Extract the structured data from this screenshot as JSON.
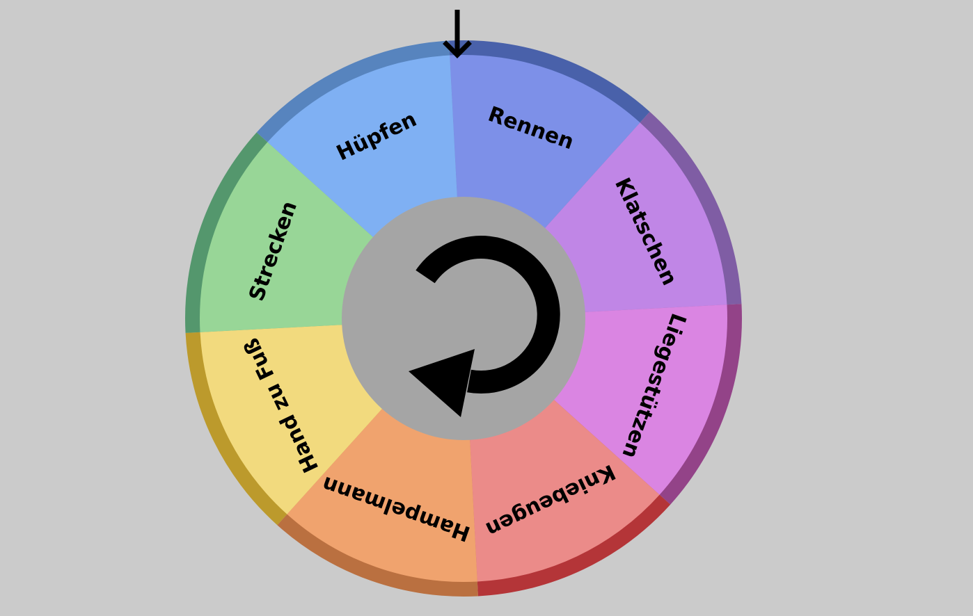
{
  "background_color": "#cbcbcb",
  "pointer": {
    "icon": "arrow-down-icon",
    "color": "#000000"
  },
  "wheel": {
    "start_angle_deg": -3,
    "segments": [
      {
        "label": "Rennen",
        "fill": "#7d90e8",
        "rim": "#4961aa"
      },
      {
        "label": "Klatschen",
        "fill": "#c086e6",
        "rim": "#7f5da4"
      },
      {
        "label": "Liegestützen",
        "fill": "#da85e2",
        "rim": "#934388"
      },
      {
        "label": "Kniebeugen",
        "fill": "#eb8b89",
        "rim": "#b43538"
      },
      {
        "label": "Hampelmann",
        "fill": "#f0a36e",
        "rim": "#ba7040"
      },
      {
        "label": "Hand zu Fuß",
        "fill": "#f2da7e",
        "rim": "#bc9a2c"
      },
      {
        "label": "Strecken",
        "fill": "#98d697",
        "rim": "#54976d"
      },
      {
        "label": "Hüpfen",
        "fill": "#7fb0f3",
        "rim": "#5784be"
      }
    ]
  },
  "spin_button": {
    "icon": "spin-arrow-icon",
    "fill": "#a5a5a5",
    "icon_color": "#000000"
  }
}
